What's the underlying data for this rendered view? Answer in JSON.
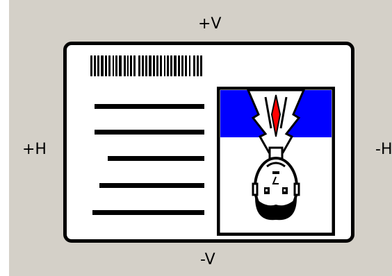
{
  "orientation_labels": {
    "top": "+V",
    "bottom": "-V",
    "left": "+H",
    "right": "-H"
  },
  "card": {
    "barcode_icon": "barcode-icon",
    "text_lines_icon": "text-lines-icon",
    "photo_icon": "portrait-photo-icon"
  },
  "colors": {
    "panel_background": "#d4d0c8",
    "card_background": "#ffffff",
    "outline": "#000000",
    "photo_sky": "#0000ff",
    "photo_tie": "#ff0000"
  }
}
